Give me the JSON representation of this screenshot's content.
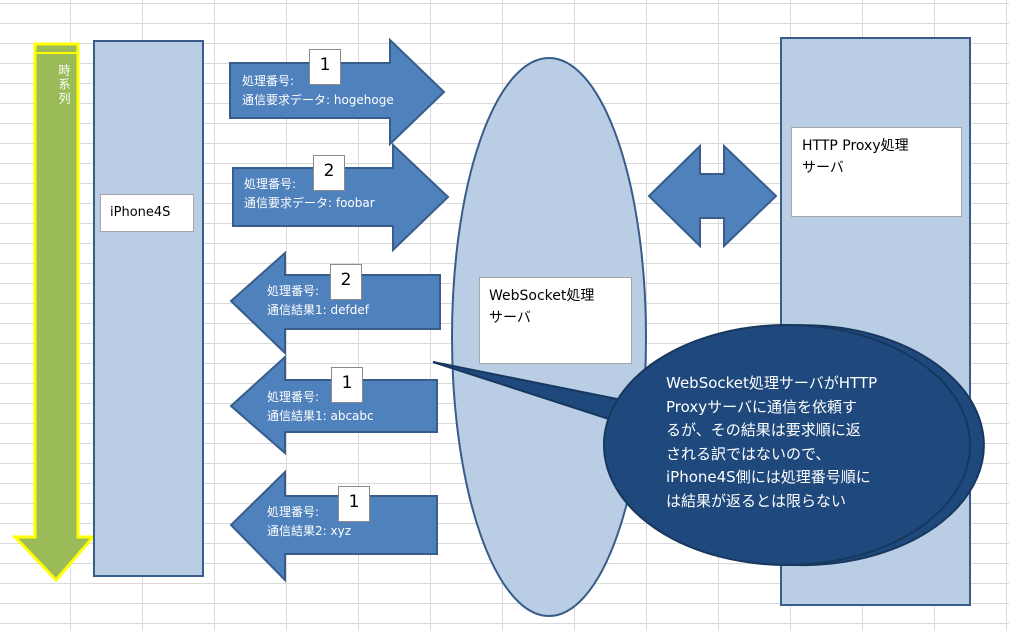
{
  "timeline": {
    "label": "時系列"
  },
  "client": {
    "label": "iPhone4S"
  },
  "websocket": {
    "line1": "WebSocket処理",
    "line2": "サーバ"
  },
  "proxy": {
    "line1": "HTTP Proxy処理",
    "line2": "サーバ"
  },
  "requests": [
    {
      "label_line1": "処理番号:",
      "label_line2": "通信要求データ: hogehoge",
      "number": "1"
    },
    {
      "label_line1": "処理番号:",
      "label_line2": "通信要求データ: foobar",
      "number": "2"
    }
  ],
  "responses": [
    {
      "label_line1": "処理番号:",
      "label_line2": "通信結果1: defdef",
      "number": "2"
    },
    {
      "label_line1": "処理番号:",
      "label_line2": "通信結果1: abcabc",
      "number": "1"
    },
    {
      "label_line1": "処理番号:",
      "label_line2": "通信結果2: xyz",
      "number": "1"
    }
  ],
  "callout": {
    "lines": [
      "WebSocket処理サーバがHTTP",
      "Proxyサーバに通信を依頼す",
      "るが、その結果は要求順に返",
      "される訳ではないので、",
      "iPhone4S側には処理番号順に",
      "は結果が返るとは限らない"
    ]
  },
  "colors": {
    "arrow_fill": "#4f81bd",
    "arrow_stroke": "#385d8a",
    "box_fill": "#b9cde5",
    "timeline_fill": "#9bbb59",
    "timeline_border": "#ffff00",
    "callout_fill": "#1f497d"
  }
}
